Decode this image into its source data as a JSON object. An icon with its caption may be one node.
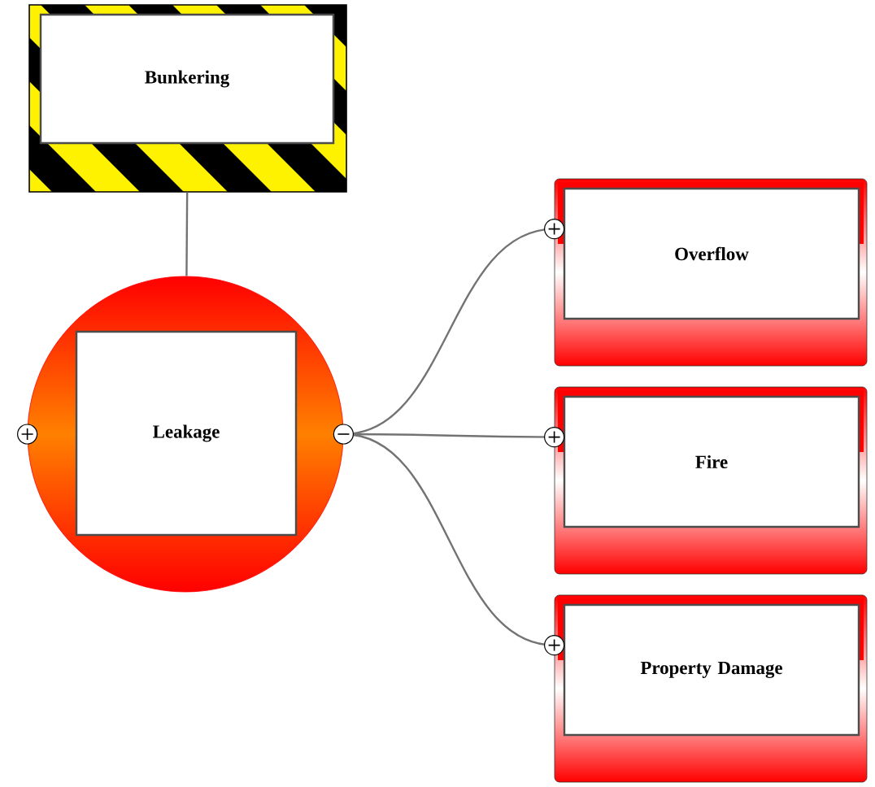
{
  "diagram": {
    "nodes": [
      {
        "text": [
          "Bunkering"
        ]
      },
      {
        "text": [
          "Leakage"
        ]
      },
      {
        "text": [
          "Overflow"
        ]
      },
      {
        "text": [
          "Fire"
        ]
      },
      {
        "text": [
          "Property Damage"
        ]
      }
    ],
    "edges": [
      {
        "from": 0,
        "to": 1,
        "arrow": "none"
      },
      {
        "from": 1,
        "to": 2,
        "arrow": "none"
      },
      {
        "from": 1,
        "to": 3,
        "arrow": "none"
      },
      {
        "from": 1,
        "to": 4,
        "arrow": "none"
      }
    ]
  }
}
